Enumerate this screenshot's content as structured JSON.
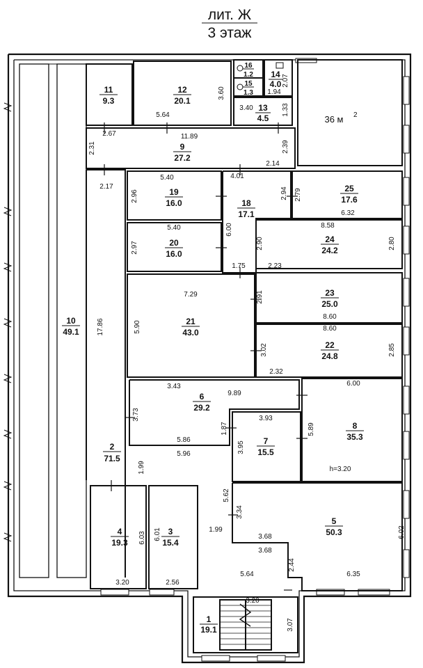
{
  "header": {
    "line1": "лит. Ж",
    "line2": "3 этаж"
  },
  "rooms": [
    {
      "id": "r1",
      "number": "1",
      "area": "19.1"
    },
    {
      "id": "r2",
      "number": "2",
      "area": "71.5"
    },
    {
      "id": "r3",
      "number": "3",
      "area": "15.4"
    },
    {
      "id": "r4",
      "number": "4",
      "area": "19.3"
    },
    {
      "id": "r5",
      "number": "5",
      "area": "50.3"
    },
    {
      "id": "r6",
      "number": "6",
      "area": "29.2"
    },
    {
      "id": "r7",
      "number": "7",
      "area": "15.5"
    },
    {
      "id": "r8",
      "number": "8",
      "area": "35.3"
    },
    {
      "id": "r9",
      "number": "9",
      "area": "27.2"
    },
    {
      "id": "r10",
      "number": "10",
      "area": "49.1"
    },
    {
      "id": "r11",
      "number": "11",
      "area": "9.3"
    },
    {
      "id": "r12",
      "number": "12",
      "area": "20.1"
    },
    {
      "id": "r13",
      "number": "13",
      "area": "4.5"
    },
    {
      "id": "r14",
      "number": "14",
      "area": "4.0"
    },
    {
      "id": "r15",
      "number": "15",
      "area": "1.3"
    },
    {
      "id": "r16",
      "number": "16",
      "area": "1.2"
    },
    {
      "id": "r18",
      "number": "18",
      "area": "17.1"
    },
    {
      "id": "r19",
      "number": "19",
      "area": "16.0"
    },
    {
      "id": "r20",
      "number": "20",
      "area": "16.0"
    },
    {
      "id": "r21",
      "number": "21",
      "area": "43.0"
    },
    {
      "id": "r22",
      "number": "22",
      "area": "24.8"
    },
    {
      "id": "r23",
      "number": "23",
      "area": "25.0"
    },
    {
      "id": "r24",
      "number": "24",
      "area": "24.2"
    },
    {
      "id": "r25",
      "number": "25",
      "area": "17.6"
    }
  ],
  "dimensions": [
    "3.60",
    "5.64",
    "2.07",
    "1.94",
    "3.40",
    "1.33",
    "2.67",
    "11.89",
    "2.31",
    "2.39",
    "2.17",
    "5.40",
    "4.01",
    "2.14",
    "2.96",
    "2.94",
    "2.79",
    "6.32",
    "6.00",
    "5.40",
    "8.58",
    "2.97",
    "2.90",
    "2.80",
    "1.75",
    "2.23",
    "7.29",
    "2.91",
    "5.90",
    "8.60",
    "17.86",
    "8.60",
    "3.02",
    "2.85",
    "2.32",
    "3.43",
    "9.89",
    "6.00",
    "3.73",
    "1.87",
    "3.93",
    "5.89",
    "3.95",
    "5.86",
    "5.96",
    "1.99",
    "5.62",
    "3.34",
    "6.03",
    "6.01",
    "1.99",
    "3.68",
    "3.68",
    "6.02",
    "2.44",
    "3.20",
    "2.56",
    "5.64",
    "6.35",
    "3.07",
    "3.20"
  ],
  "notes": {
    "area_label": "36 м",
    "area_sup": "2",
    "height": "h=3.20"
  }
}
